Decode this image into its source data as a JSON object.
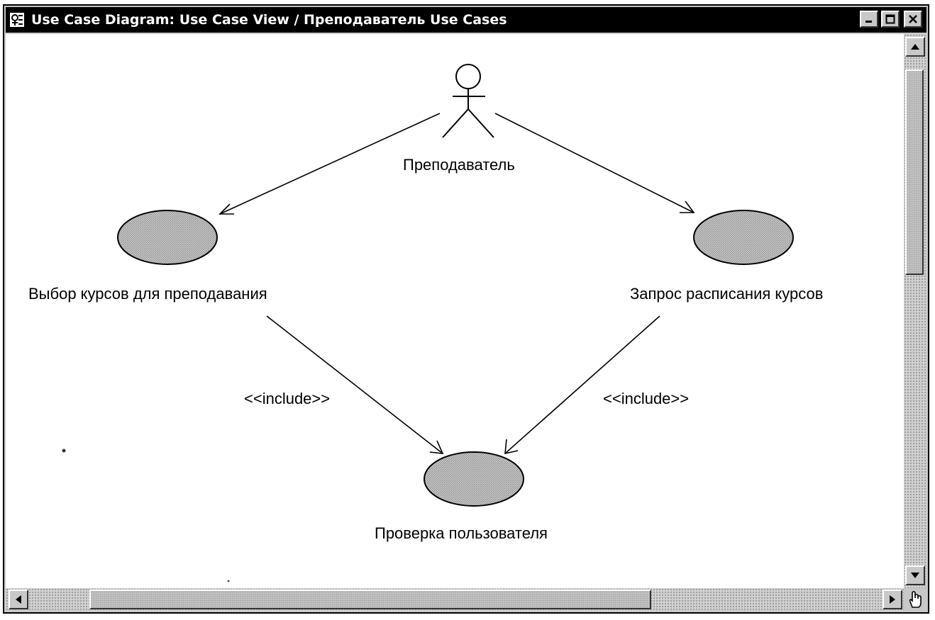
{
  "window": {
    "title": "Use Case Diagram: Use Case View / Преподаватель Use Cases"
  },
  "diagram": {
    "actor": {
      "name": "Преподаватель"
    },
    "use_cases": [
      {
        "name": "Выбор курсов для преподавания"
      },
      {
        "name": "Запрос расписания курсов"
      },
      {
        "name": "Проверка пользователя"
      }
    ],
    "relationships": [
      {
        "label": "<<include>>"
      },
      {
        "label": "<<include>>"
      }
    ],
    "colors": {
      "use_case_fill": "#bfbfbf",
      "line": "#000000"
    }
  },
  "icons": {
    "title": "rose-diagram-icon",
    "minimize": "minimize-icon",
    "maximize": "maximize-icon",
    "close": "close-icon",
    "grip": "hand-cursor-icon"
  }
}
